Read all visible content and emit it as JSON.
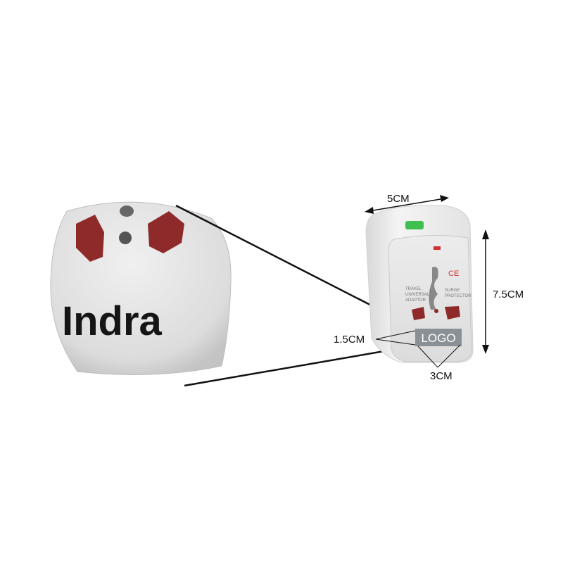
{
  "magnified_view": {
    "brand_text": "Indra"
  },
  "adapter": {
    "logo_text": "LOGO",
    "ce_mark": "CE",
    "label_left": [
      "TRAVEL",
      "UNIVERSAL",
      "ADAPTOR"
    ],
    "label_right": [
      "SURGE",
      "PROTECTOR"
    ]
  },
  "dimensions": {
    "width": "5CM",
    "height": "7.5CM",
    "logo_height": "1.5CM",
    "logo_width": "3CM"
  },
  "colors": {
    "socket_red": "#8e2a2a",
    "body_white": "#f2f2f2",
    "switch_green": "#3fbf4f",
    "logo_box": "#8a9196"
  }
}
